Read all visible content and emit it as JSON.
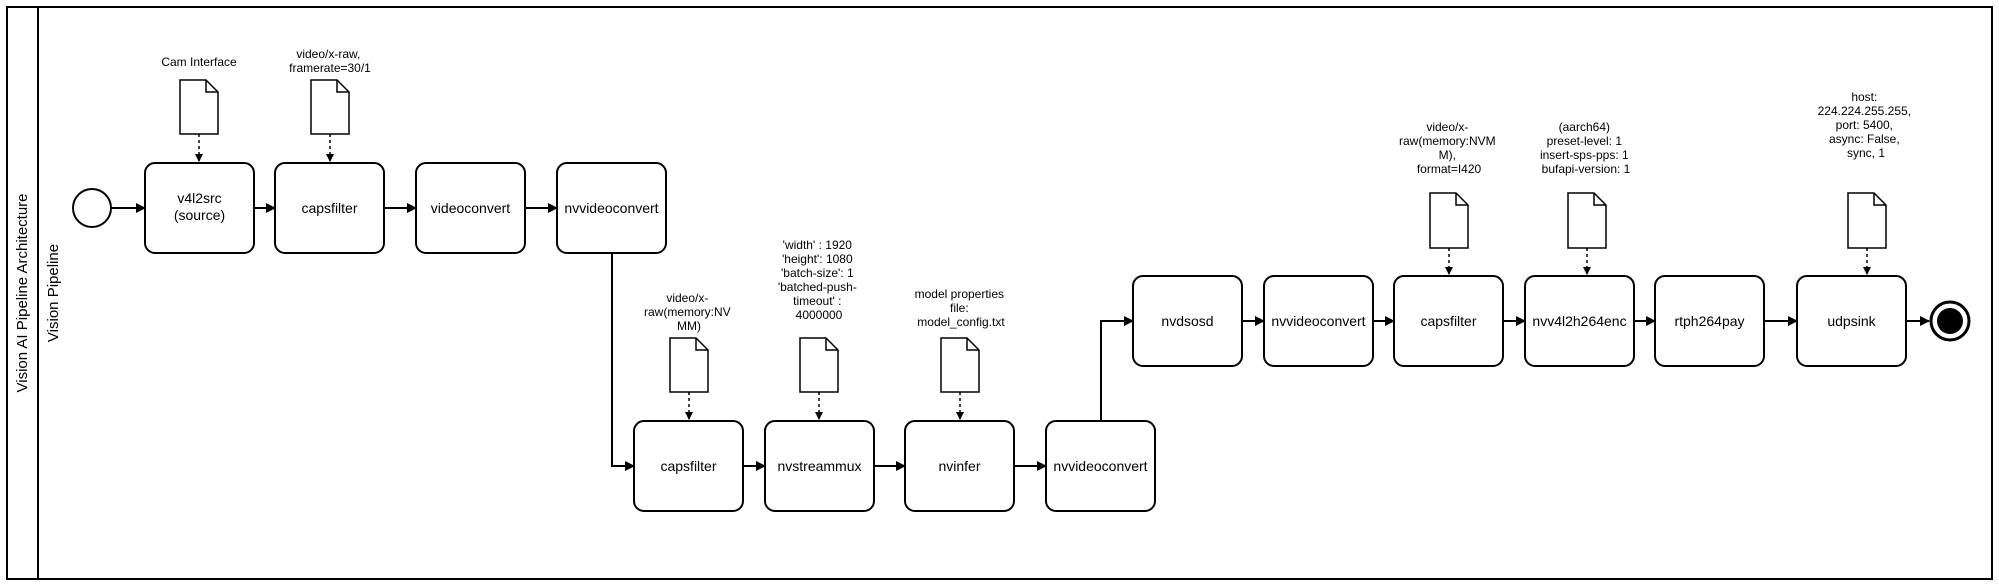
{
  "pool": {
    "title": "Vision AI Pipeline Architecture",
    "lane": "Vision Pipeline"
  },
  "nodes": {
    "v4l2src": [
      "v4l2src",
      "(source)"
    ],
    "capsfilter_1": [
      "capsfilter"
    ],
    "videoconvert": [
      "videoconvert"
    ],
    "nvvideoconvert_1": [
      "nvvideoconvert"
    ],
    "capsfilter_2": [
      "capsfilter"
    ],
    "nvstreammux": [
      "nvstreammux"
    ],
    "nvinfer": [
      "nvinfer"
    ],
    "nvvideoconvert_2": [
      "nvvideoconvert"
    ],
    "nvdsosd": [
      "nvdsosd"
    ],
    "nvvideoconvert_3": [
      "nvvideoconvert"
    ],
    "capsfilter_3": [
      "capsfilter"
    ],
    "nvv4l2h264enc": [
      "nvv4l2h264enc"
    ],
    "rtph264pay": [
      "rtph264pay"
    ],
    "udpsink": [
      "udpsink"
    ]
  },
  "annotations": {
    "cam_interface": [
      "Cam Interface"
    ],
    "caps_raw": [
      "video/x-raw,",
      "framerate=30/1"
    ],
    "caps_nvmm": [
      "video/x-",
      "raw(memory:NV",
      "MM)"
    ],
    "mux_props": [
      "'width' : 1920",
      "'height': 1080",
      "'batch-size': 1",
      "'batched-push-",
      "timeout' :",
      "4000000"
    ],
    "model_props": [
      "model properties",
      "file:",
      "model_config.txt"
    ],
    "caps_i420": [
      "video/x-",
      "raw(memory:NVM",
      "M),",
      "format=I420"
    ],
    "enc_props": [
      "(aarch64)",
      "preset-level: 1",
      "insert-sps-pps: 1",
      "bufapi-version: 1"
    ],
    "sink_props": [
      "host:",
      "224.224.255.255,",
      "port: 5400,",
      "async: False,",
      "sync, 1"
    ]
  },
  "colors": {
    "stroke": "#000000",
    "fill": "#ffffff"
  }
}
